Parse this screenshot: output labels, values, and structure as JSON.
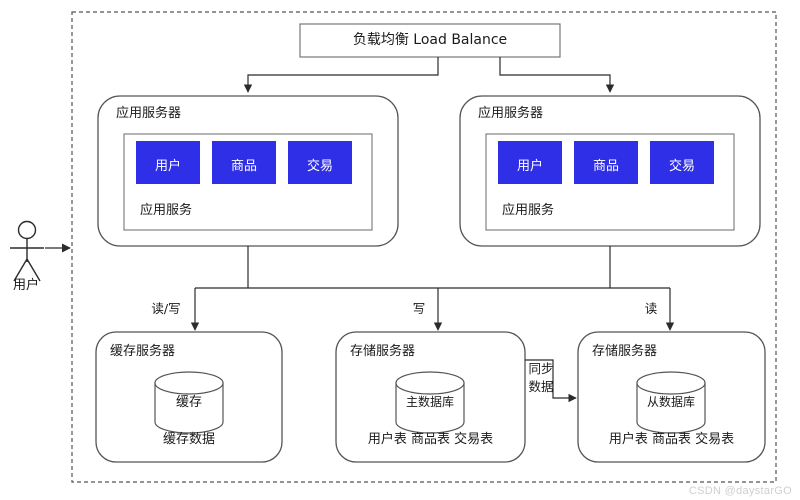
{
  "diagram": {
    "title_text": "负载均衡 Load Balance",
    "actor": {
      "name": "user-actor",
      "label": "用户"
    },
    "boundary": {
      "name": "system-boundary",
      "style": "dashed"
    },
    "load_balancer": {
      "label": "负载均衡 Load Balance"
    },
    "app_servers": [
      {
        "id": "app-server-left",
        "title": "应用服务器",
        "inner_label": "应用服务",
        "services": [
          "用户",
          "商品",
          "交易"
        ]
      },
      {
        "id": "app-server-right",
        "title": "应用服务器",
        "inner_label": "应用服务",
        "services": [
          "用户",
          "商品",
          "交易"
        ]
      }
    ],
    "storage_nodes": [
      {
        "id": "cache-server",
        "title": "缓存服务器",
        "cylinder_label": "缓存",
        "caption": "缓存数据"
      },
      {
        "id": "storage-server-master",
        "title": "存储服务器",
        "cylinder_label": "主数据库",
        "caption": "用户表 商品表 交易表"
      },
      {
        "id": "storage-server-slave",
        "title": "存储服务器",
        "cylinder_label": "从数据库",
        "caption": "用户表 商品表 交易表"
      }
    ],
    "edge_labels": {
      "read_write": "读/写",
      "write": "写",
      "read": "读",
      "sync_line1": "同步",
      "sync_line2": "数据"
    },
    "watermark": "CSDN @daystarGO",
    "colors": {
      "service_chip": "#2f2fe8",
      "stroke": "#4d4d4d",
      "text": "#1a1a1a",
      "watermark": "#cfcfcf",
      "background": "#ffffff"
    }
  }
}
